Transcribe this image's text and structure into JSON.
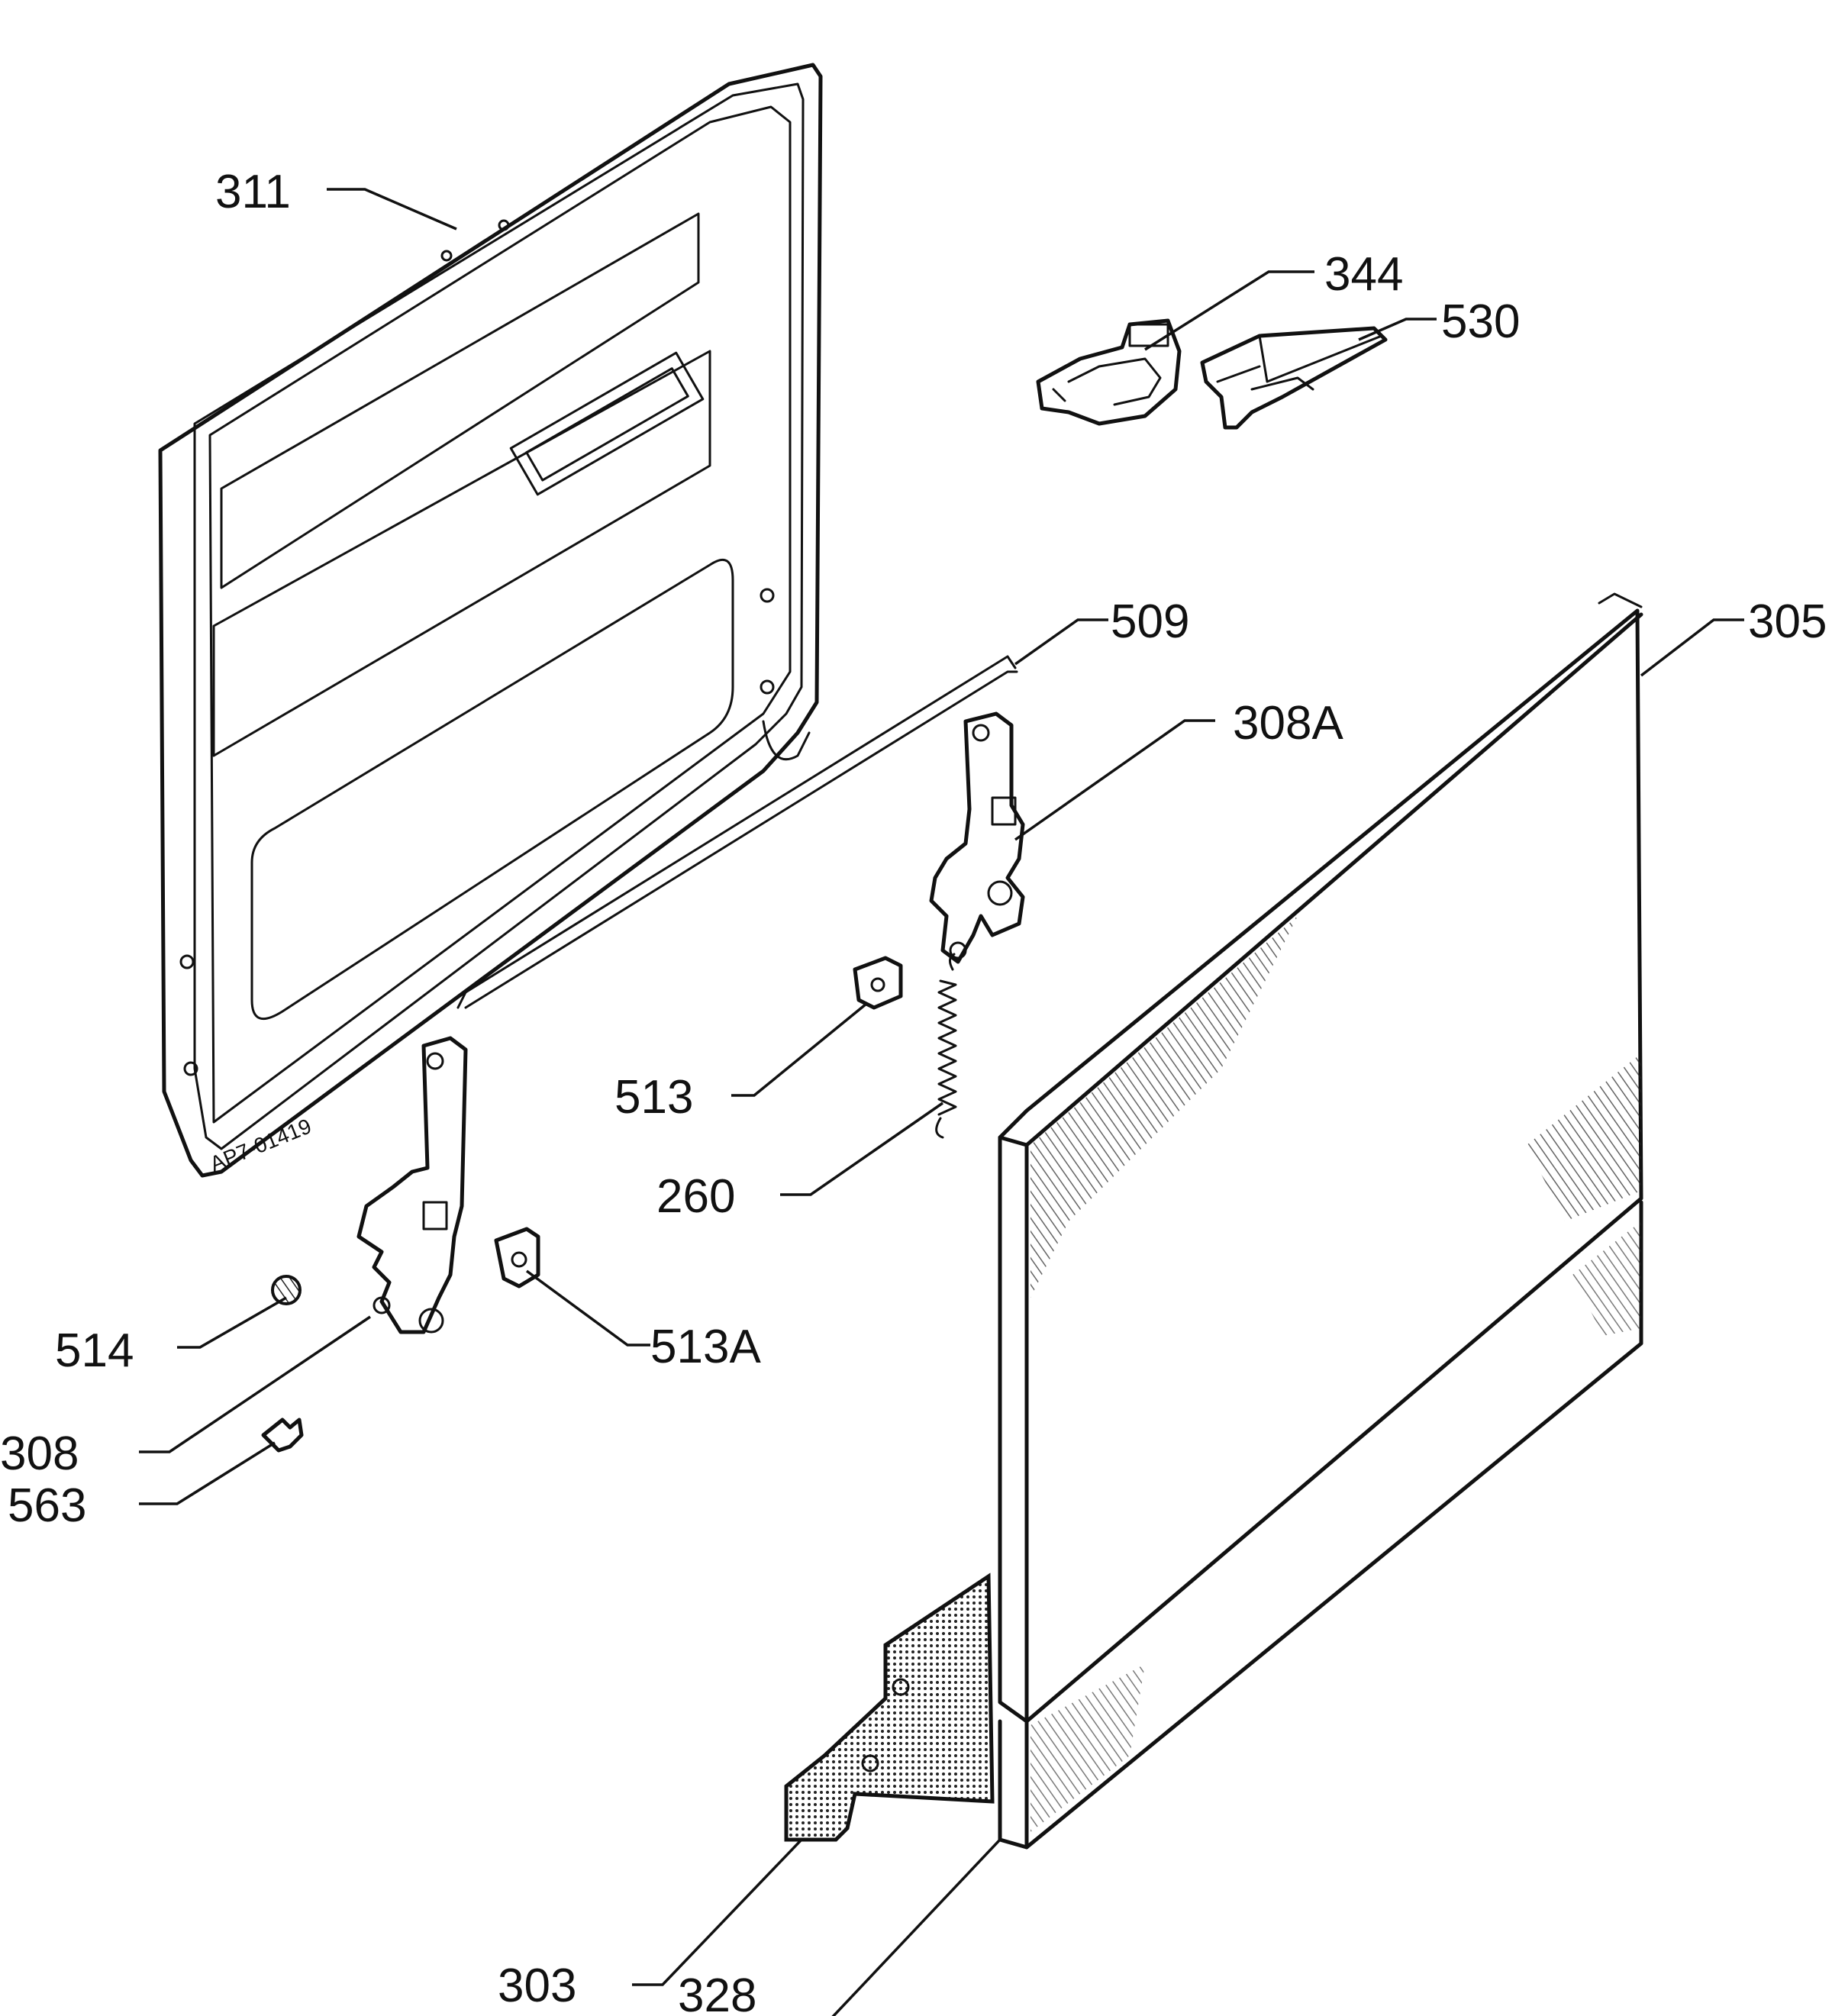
{
  "drawing_code": "AP7-01419",
  "callouts": {
    "311": "311",
    "344": "344",
    "530": "530",
    "509": "509",
    "305": "305",
    "308a": "308A",
    "513": "513",
    "260": "260",
    "514": "514",
    "513a": "513A",
    "308": "308",
    "563": "563",
    "303": "303",
    "328": "328"
  }
}
